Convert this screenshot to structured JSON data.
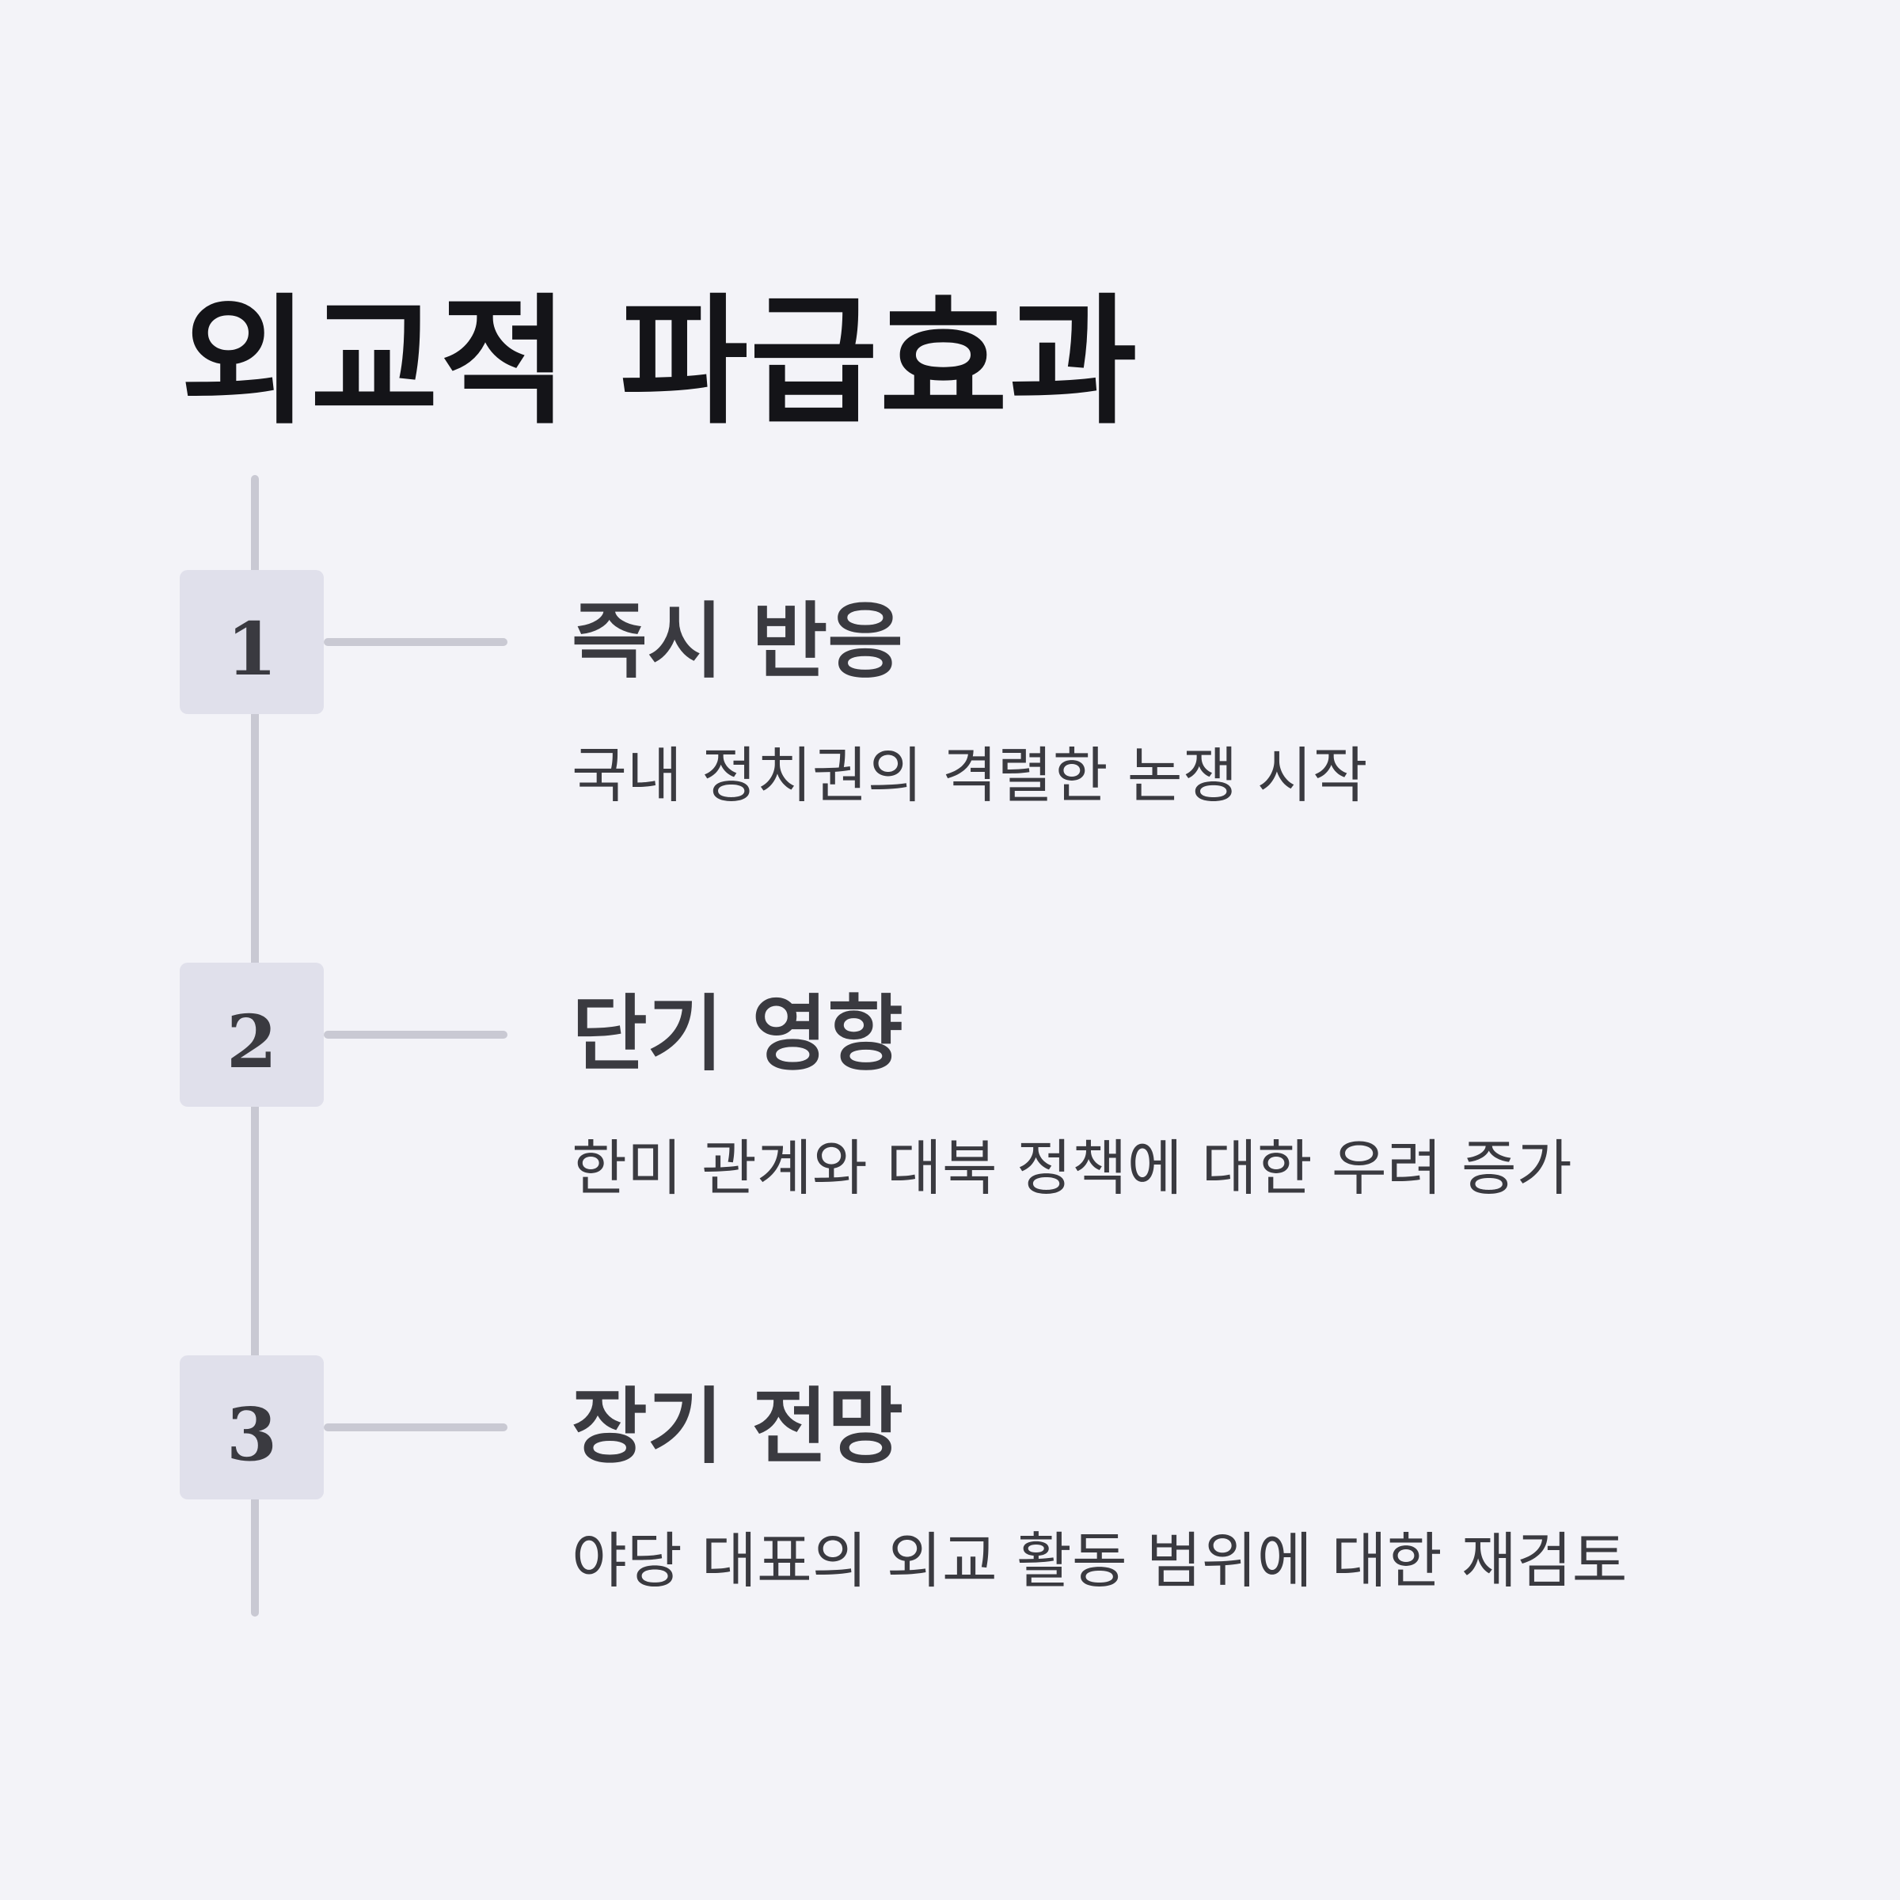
{
  "title": "외교적 파급효과",
  "steps": [
    {
      "number": "1",
      "heading": "즉시 반응",
      "description": "국내 정치권의 격렬한 논쟁 시작"
    },
    {
      "number": "2",
      "heading": "단기 영향",
      "description": "한미 관계와 대북 정책에 대한 우려 증가"
    },
    {
      "number": "3",
      "heading": "장기 전망",
      "description": "야당 대표의 외교 활동 범위에 대한 재검토"
    }
  ]
}
